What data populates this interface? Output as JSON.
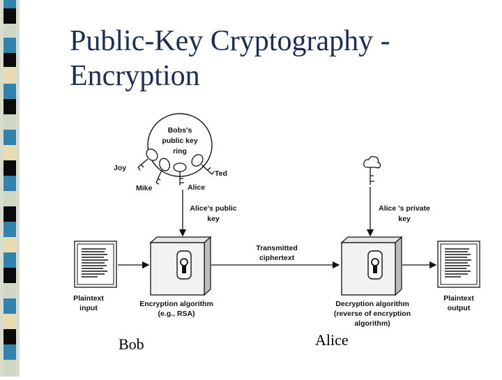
{
  "slide": {
    "title_line1": "Public-Key Cryptography -",
    "title_line2": "Encryption",
    "colors": {
      "title": "#1c2d55",
      "stripe_dark": "#0a0a0a",
      "stripe_blue": "#2f83ad",
      "stripe_light": "#cfd8c4",
      "stripe_tan": "#e8dcb0"
    }
  },
  "diagram": {
    "key_ring_label": [
      "Bobs's",
      "public key",
      "ring"
    ],
    "key_owners": {
      "joy": "Joy",
      "mike": "Mike",
      "alice": "Alice",
      "ted": "Ted"
    },
    "alice_public_key": [
      "Alice's public",
      "key"
    ],
    "alice_private_key": [
      "Alice 's private",
      "key"
    ],
    "transmitted": [
      "Transmitted",
      "ciphertext"
    ],
    "plaintext_input": [
      "Plaintext",
      "input"
    ],
    "plaintext_output": [
      "Plaintext",
      "output"
    ],
    "encryption_algorithm": [
      "Encryption algorithm",
      "(e.g., RSA)"
    ],
    "decryption_algorithm": [
      "Decryption algorithm",
      "(reverse of encryption",
      "algorithm)"
    ]
  },
  "captions": {
    "bob": "Bob",
    "alice": "Alice"
  }
}
